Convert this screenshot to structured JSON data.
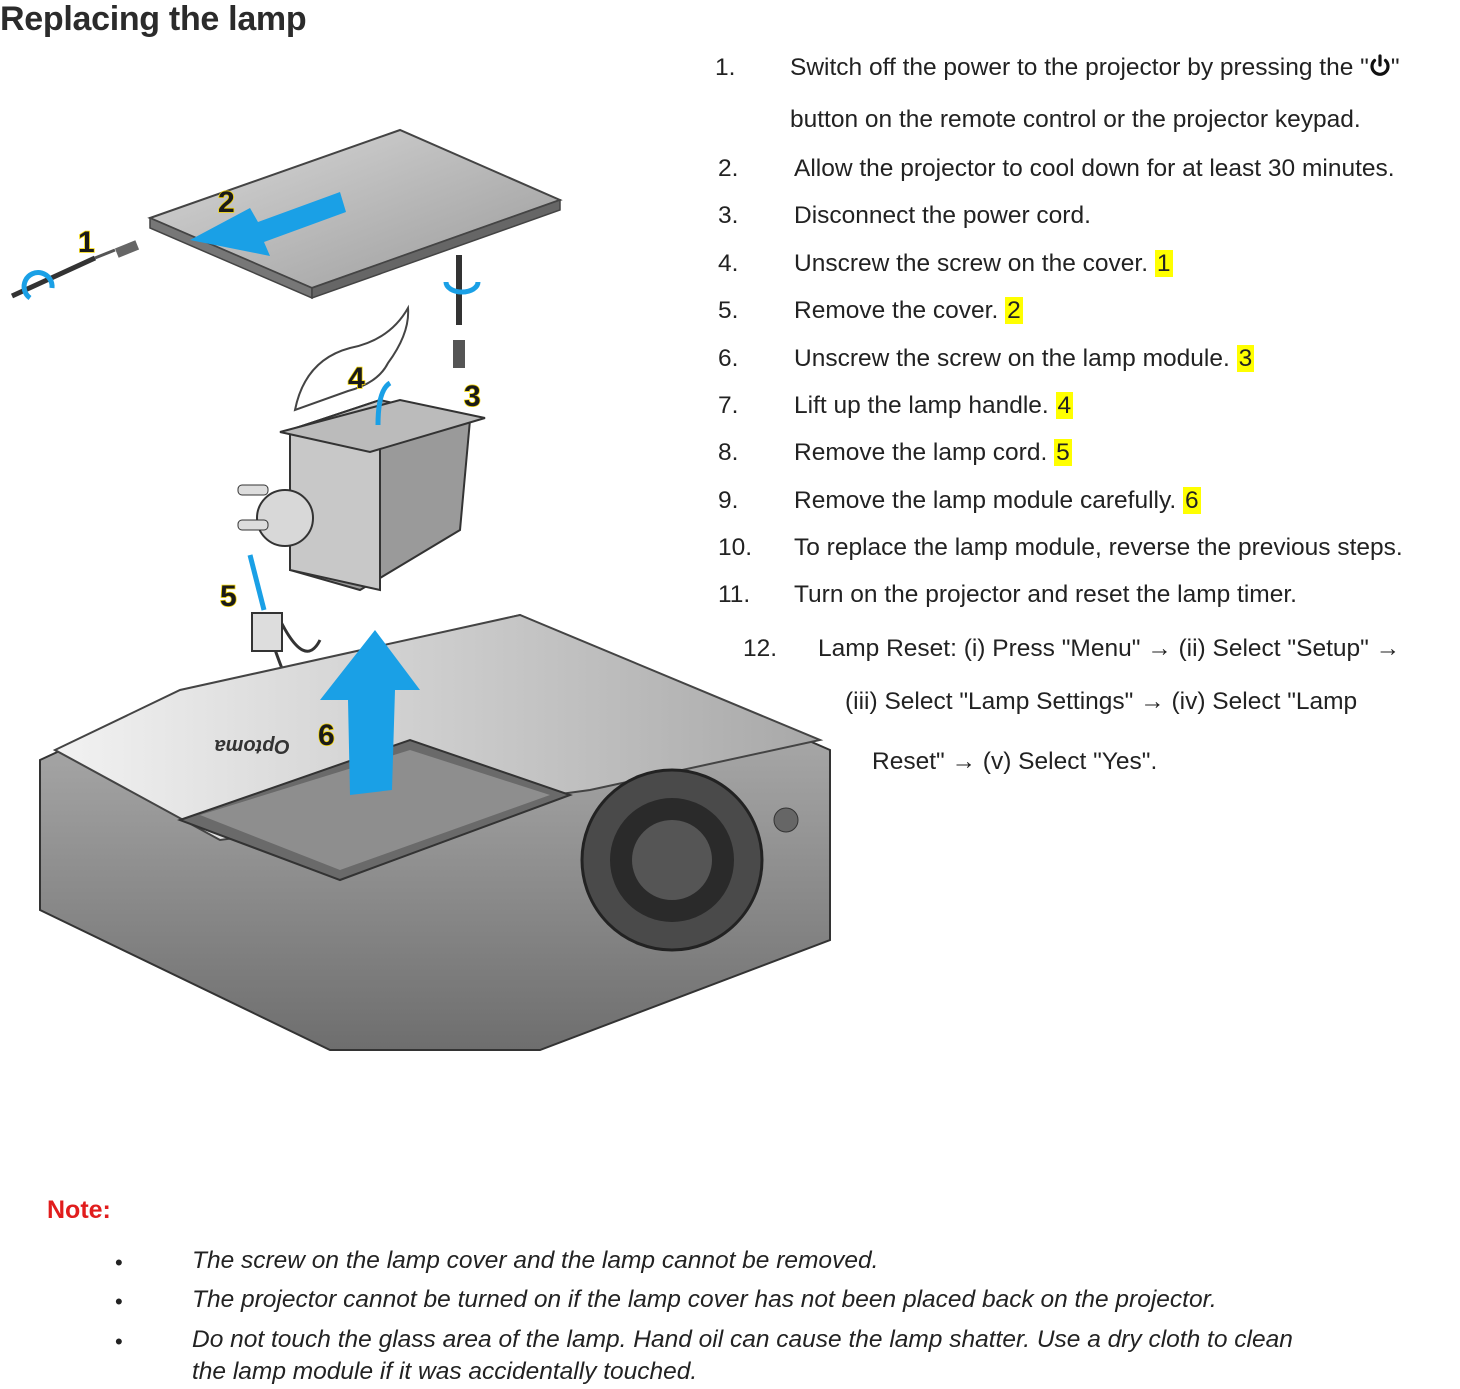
{
  "title": "Replacing the lamp",
  "icons": {
    "power": "power-icon"
  },
  "colors": {
    "highlight": "#ffff00",
    "note": "#e11d1d",
    "arrow": "#1aa0e6"
  },
  "steps": [
    {
      "num": "1.",
      "pre": "Switch off the power to the projector by pressing the \"",
      "post": "\"",
      "line2": "button on the remote control or the projector  keypad."
    },
    {
      "num": "2.",
      "text": "Allow the projector to cool down for at least 30 minutes."
    },
    {
      "num": "3.",
      "text": "Disconnect the power cord."
    },
    {
      "num": "4.",
      "text": "Unscrew the screw on the cover.",
      "tag": "1"
    },
    {
      "num": "5.",
      "text": "Remove the cover.",
      "tag": "2"
    },
    {
      "num": "6.",
      "text": "Unscrew the screw on the lamp module.",
      "tag": "3"
    },
    {
      "num": "7.",
      "text": "Lift up the lamp handle.",
      "tag": "4"
    },
    {
      "num": "8.",
      "text": "Remove the lamp cord.",
      "tag": "5"
    },
    {
      "num": "9.",
      "text": "Remove the lamp module carefully.",
      "tag": "6"
    },
    {
      "num": "10.",
      "text": "To replace the lamp module, reverse the previous steps."
    },
    {
      "num": "11.",
      "text": "Turn on the projector and reset the lamp timer."
    },
    {
      "num": "12.",
      "line1": "Lamp Reset: (i) Press \"Menu\" → (ii) Select \"Setup\" →",
      "line2": "(iii) Select \"Lamp Settings\" → (iv) Select \"Lamp",
      "line3": "Reset\" → (v) Select \"Yes\"."
    }
  ],
  "figure": {
    "brand": "Optoma",
    "callouts": [
      "1",
      "2",
      "3",
      "4",
      "5",
      "6"
    ]
  },
  "note": {
    "title": "Note:",
    "bullet": "•",
    "items": [
      {
        "text": "The screw on the lamp cover and the lamp cannot be removed."
      },
      {
        "text": "The projector cannot be turned on if the lamp cover has not been placed back on the projector."
      },
      {
        "line1": "Do not touch the glass area of the lamp. Hand oil can cause the lamp shatter. Use a dry cloth to clean",
        "line2": "the lamp module if it was accidentally touched."
      }
    ]
  }
}
